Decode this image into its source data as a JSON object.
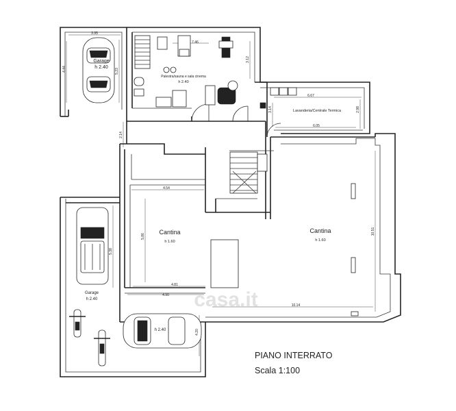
{
  "plan": {
    "title": "PIANO INTERRATO",
    "scale": "Scala 1:100",
    "watermark": "casa.it"
  },
  "rooms": {
    "garage_top": {
      "name": "Garage",
      "height": "h 2.40"
    },
    "palestra": {
      "name": "Palestra/sauna e sala cinema",
      "height": "h 2.40"
    },
    "lavanderia": {
      "name": "Lavanderia/Centrale Termica"
    },
    "cantina_left": {
      "name": "Cantina",
      "height": "h 1.60"
    },
    "cantina_right": {
      "name": "Cantina",
      "height": "h 1.60"
    },
    "garage_bottom": {
      "name": "Garage",
      "height": "h 2.40"
    },
    "garage_car": {
      "height": "h 2.40"
    }
  },
  "dimensions": {
    "d1": "3.95",
    "d2": "4.44",
    "d3": "5.23",
    "d4": "7.46",
    "d5": "3.12",
    "d6": "6.67",
    "d7": "3.14",
    "d8": "2.98",
    "d9": "6.05",
    "d10": "2.14",
    "d11": "4.54",
    "d12": "5.86",
    "d13": "4.81",
    "d14": "4.90",
    "d15": "5.38",
    "d16": "10.14",
    "d17": "10.51",
    "d18": "4.20"
  }
}
